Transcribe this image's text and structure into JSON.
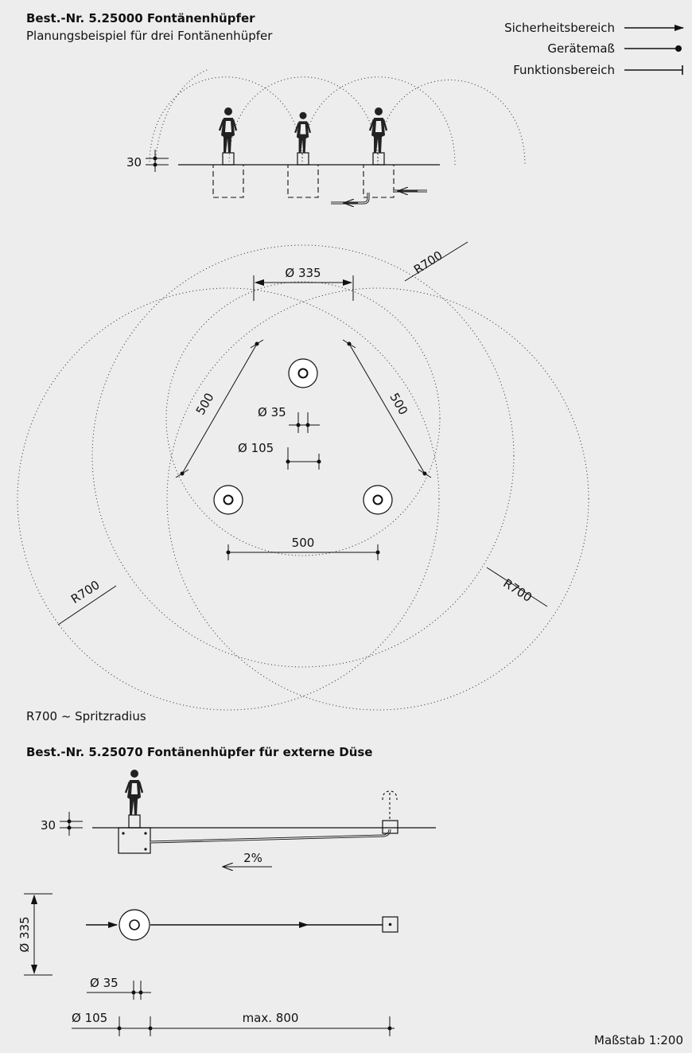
{
  "header": {
    "title": "Best.-Nr. 5.25000 Fontänenhüpfer",
    "subtitle": "Planungsbeispiel für drei Fontänenhüpfer"
  },
  "legend": {
    "items": [
      {
        "label": "Sicherheitsbereich",
        "marker": "arrow"
      },
      {
        "label": "Gerätemaß",
        "marker": "dot"
      },
      {
        "label": "Funktionsbereich",
        "marker": "bar"
      }
    ]
  },
  "plan1": {
    "elevation_height_label": "30",
    "diameter_label": "Ø 335",
    "radius_label": "R700",
    "spacing_label": "500",
    "inner_diameter_label": "Ø 35",
    "outer_diameter_label": "Ø 105",
    "note": "R700 ~ Spritzradius"
  },
  "plan2": {
    "title": "Best.-Nr. 5.25070 Fontänenhüpfer für externe Düse",
    "elevation_height_label": "30",
    "slope_label": "2%",
    "diameter_label": "Ø 335",
    "inner_diameter_label": "Ø 35",
    "outer_diameter_label": "Ø 105",
    "max_distance_label": "max. 800"
  },
  "scale_label": "Maßstab 1:200"
}
